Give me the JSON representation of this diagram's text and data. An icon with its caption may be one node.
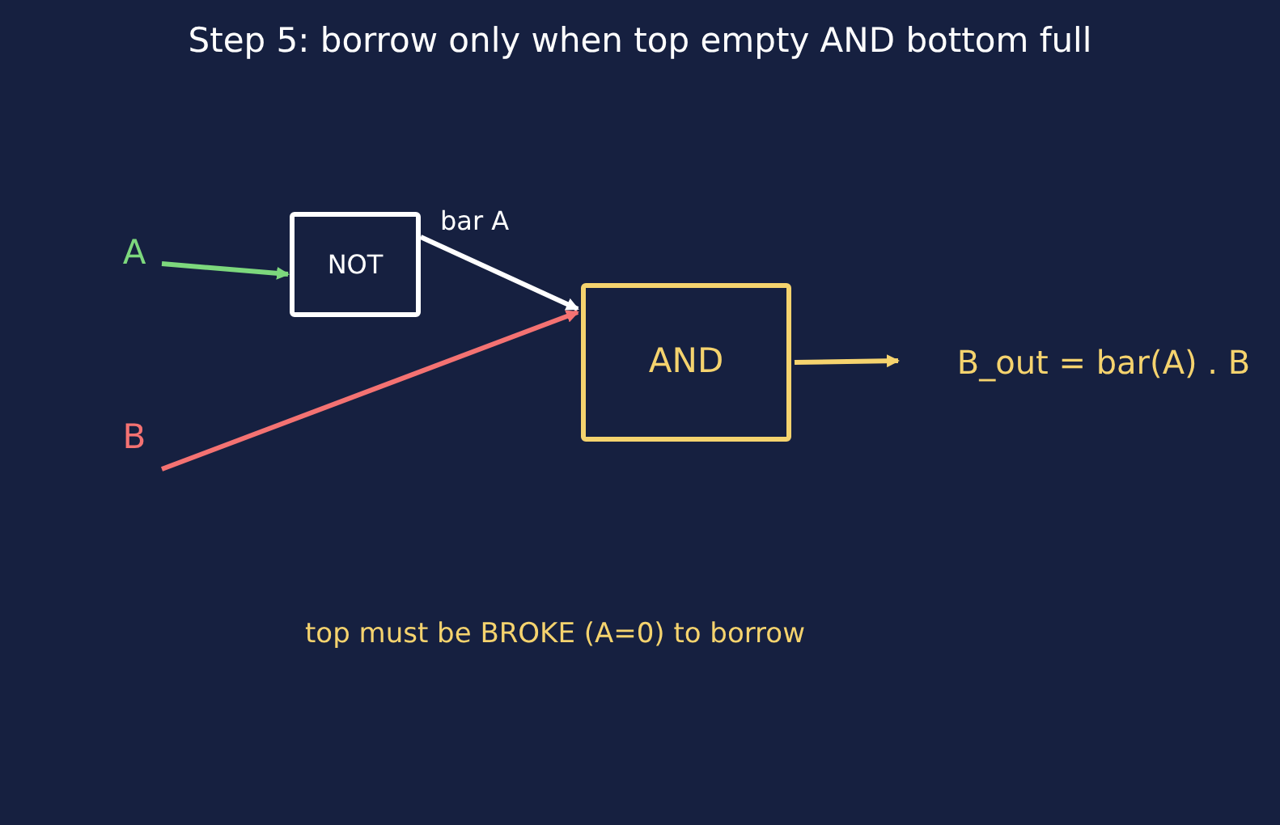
{
  "diagram": {
    "title": "Step 5: borrow only when top empty AND bottom full",
    "nodes": [
      {
        "text": [
          "A"
        ]
      },
      {
        "text": [
          "NOT"
        ]
      },
      {
        "text": [
          "B"
        ]
      },
      {
        "text": [
          "AND"
        ]
      },
      {
        "text": [
          "B_out = bar(A) . B"
        ]
      }
    ],
    "edges": [
      {
        "from": 0,
        "to": 1,
        "arrow": "to",
        "color": "#7dd87d"
      },
      {
        "from": 1,
        "to": 3,
        "arrow": "to",
        "label": "bar A",
        "color": "#ffffff"
      },
      {
        "from": 2,
        "to": 3,
        "arrow": "to",
        "color": "#f47272"
      },
      {
        "from": 3,
        "to": 4,
        "arrow": "to",
        "color": "#f5d36e"
      }
    ],
    "labels": [
      "top must be BROKE (A=0) to borrow"
    ]
  }
}
